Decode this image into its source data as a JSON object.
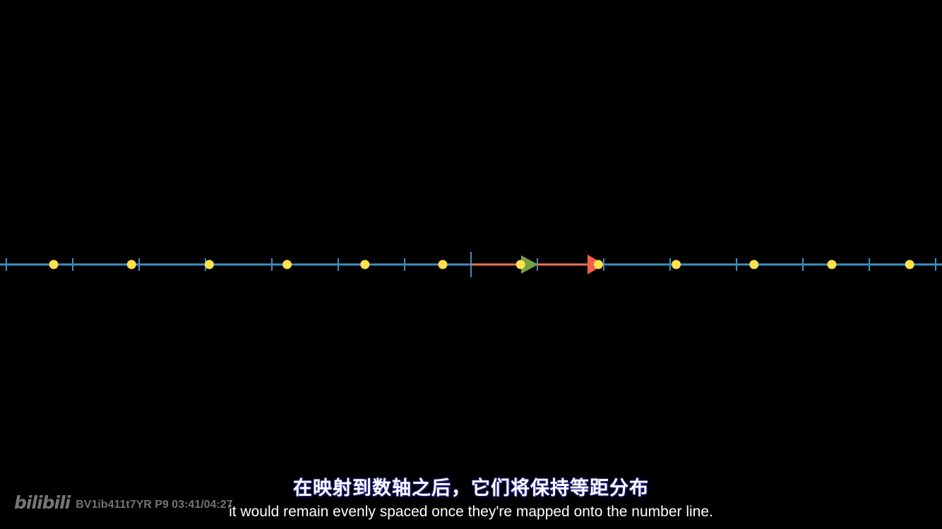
{
  "subtitles": {
    "chinese": "在映射到数轴之后，它们将保持等距分布",
    "english": "it would remain evenly spaced once they're mapped onto the number line."
  },
  "watermark": {
    "logo": "bilibili",
    "video_id": "BV1ib411t7YR P9 03:41/04:27"
  },
  "scene": {
    "background": "#000000",
    "axis_color": "#3c8fc0",
    "dot_color": "#ffe14a",
    "arrow_line_color": "#f0705a",
    "arrow_head_color_1": "#76a046",
    "arrow_head_color_2": "#f0604a",
    "tick_count": 15,
    "dot_count": 12
  }
}
